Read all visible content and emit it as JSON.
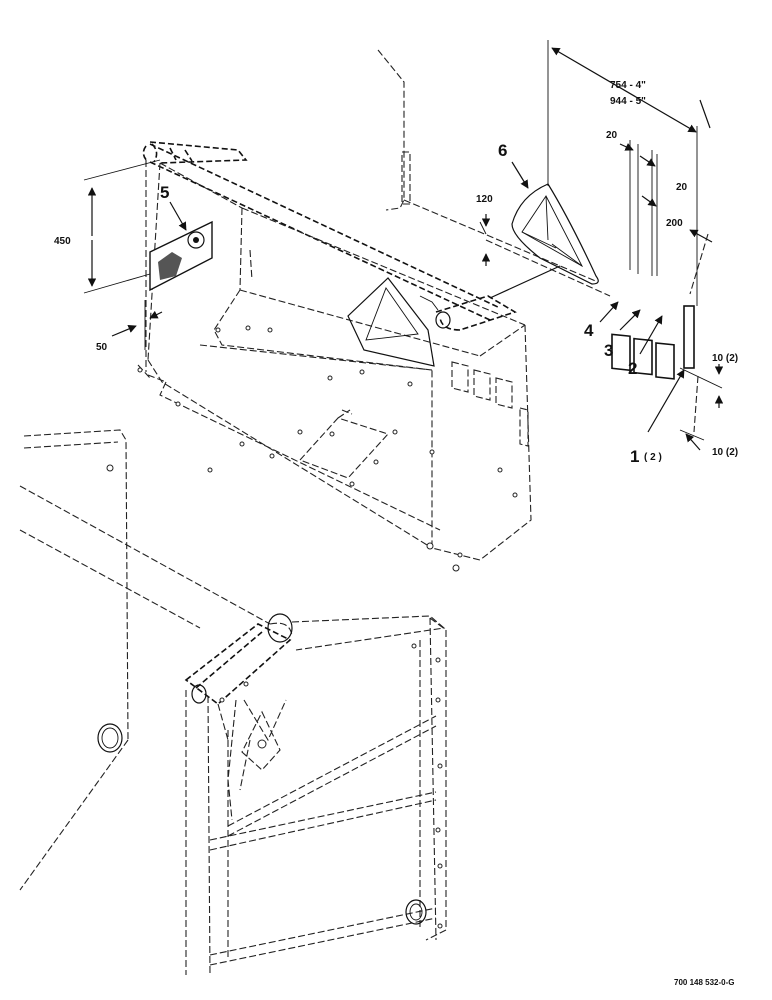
{
  "callouts": {
    "c1": "1",
    "c1_qty": "( 2 )",
    "c2": "2",
    "c3": "3",
    "c4": "4",
    "c5": "5",
    "c6": "6"
  },
  "dimensions": {
    "d_754": "754 - 4\"",
    "d_944": "944 - 5\"",
    "d_20a": "20",
    "d_20b": "20",
    "d_200": "200",
    "d_120": "120",
    "d_450": "450",
    "d_50": "50",
    "d_10a": "10 (2)",
    "d_10b": "10 (2)"
  },
  "drawing_number": "700 148 532-0-G",
  "colors": {
    "line": "#111111",
    "background": "#ffffff"
  }
}
